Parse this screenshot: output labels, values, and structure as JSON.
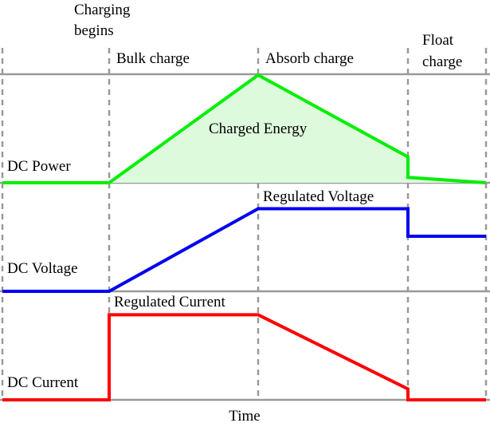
{
  "chart_data": {
    "type": "line",
    "title": "",
    "xlabel": "Time",
    "phase_boundaries": [
      0,
      1,
      2,
      3,
      4
    ],
    "phases": [
      {
        "label": "Charging\nbegins",
        "boundary": 1
      },
      {
        "label": "Bulk charge",
        "start": 1,
        "end": 2
      },
      {
        "label": "Absorb charge",
        "start": 2,
        "end": 3
      },
      {
        "label": "Float\ncharge",
        "start": 3,
        "end": 4
      }
    ],
    "series": [
      {
        "name": "DC Power",
        "color": "#00ee00",
        "fill": "#ddfadd",
        "fill_label": "Charged Energy",
        "points": [
          [
            0,
            0
          ],
          [
            1,
            0
          ],
          [
            2,
            1.0
          ],
          [
            3,
            0.24
          ],
          [
            3,
            0.05
          ],
          [
            4,
            0
          ]
        ]
      },
      {
        "name": "DC Voltage",
        "color": "#0000ee",
        "annotation": "Regulated Voltage",
        "points": [
          [
            0,
            0
          ],
          [
            1,
            0
          ],
          [
            2,
            0.75
          ],
          [
            3,
            0.75
          ],
          [
            3,
            0.5
          ],
          [
            4,
            0.5
          ]
        ]
      },
      {
        "name": "DC Current",
        "color": "#ff0000",
        "annotation": "Regulated Current",
        "points": [
          [
            0,
            0
          ],
          [
            1,
            0
          ],
          [
            1,
            0.86
          ],
          [
            2,
            0.86
          ],
          [
            3,
            0.11
          ],
          [
            3,
            0
          ],
          [
            4,
            0
          ]
        ]
      }
    ],
    "grid": true,
    "legend": "none"
  },
  "labels": {
    "charging_begins": [
      "Charging",
      "begins"
    ],
    "bulk": "Bulk charge",
    "absorb": "Absorb charge",
    "float": [
      "Float",
      "charge"
    ],
    "charged_energy": "Charged Energy",
    "regulated_voltage": "Regulated Voltage",
    "regulated_current": "Regulated Current",
    "dc_power": "DC Power",
    "dc_voltage": "DC Voltage",
    "dc_current": "DC Current",
    "time": "Time"
  }
}
